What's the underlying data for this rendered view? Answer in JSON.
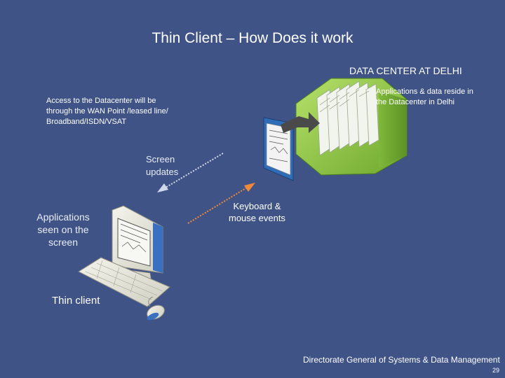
{
  "title": "Thin Client – How Does it work",
  "datacenter": {
    "label": "DATA CENTER AT DELHI",
    "note_lines": [
      "Applications & data reside in",
      "the Datacenter in Delhi"
    ]
  },
  "access_note_lines": [
    "Access to the Datacenter will be",
    "through the WAN Point /leased line/",
    "Broadband/ISDN/VSAT"
  ],
  "flows": {
    "screen_updates_lines": [
      "Screen",
      "updates"
    ],
    "keyboard_events_lines": [
      "Keyboard &",
      "mouse events"
    ]
  },
  "client": {
    "apps_lines": [
      "Applications",
      "seen on the",
      "screen"
    ],
    "label": "Thin client"
  },
  "footer": {
    "org": "Directorate General of Systems & Data Management",
    "page": "29"
  },
  "colors": {
    "background": "#3f5386",
    "server_green": "#8cc43f",
    "screen_update_arrow": "#cfd8ec",
    "keyboard_arrow": "#f08a3a"
  }
}
